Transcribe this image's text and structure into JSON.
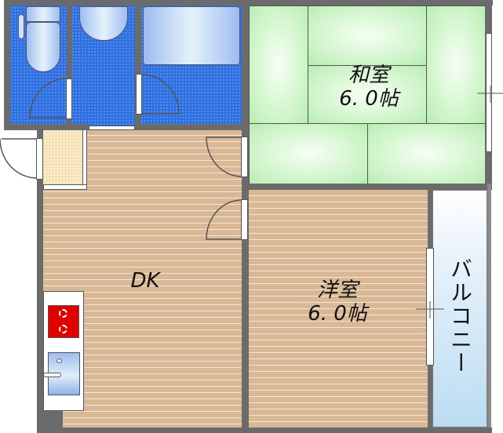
{
  "rooms": {
    "washitsu": {
      "name": "和室",
      "size": "6. 0帖",
      "floor": "tatami",
      "color": "#c6f2c0"
    },
    "yoshitsu": {
      "name": "洋室",
      "size": "6. 0帖",
      "floor": "wood",
      "color": "#d9b896"
    },
    "dk": {
      "name": "DK",
      "floor": "wood",
      "color": "#d9b896"
    },
    "balcony": {
      "name": "バルコニー",
      "color": "#bcdcf2"
    },
    "toilet": {
      "name": "toilet",
      "color": "#2f6fe0"
    },
    "washroom": {
      "name": "washroom",
      "color": "#2f6fe0"
    },
    "bath": {
      "name": "bathroom",
      "color": "#2f6fe0"
    },
    "entrance": {
      "name": "entrance",
      "color": "#fbeec8"
    }
  },
  "kitchen": {
    "stove_color": "#e00000",
    "sink_color": "#9dbdf0"
  },
  "colors": {
    "wall": "#6b6b6b",
    "wet_area": "#2f6fe0",
    "tatami": "#c6f2c0",
    "wood": "#d9b896",
    "balcony": "#bcdcf2"
  }
}
